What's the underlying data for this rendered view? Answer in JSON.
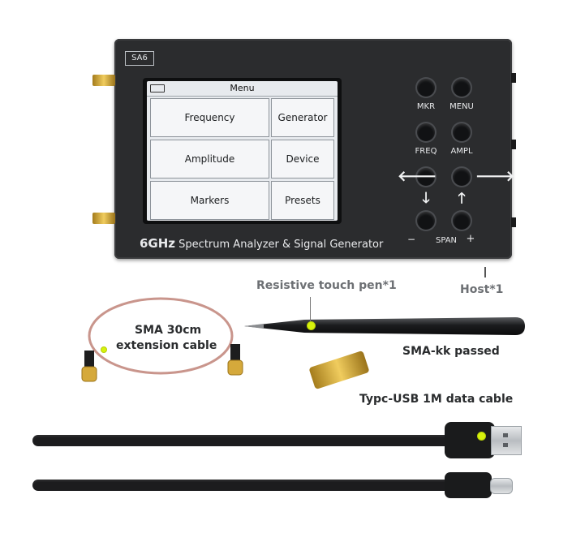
{
  "device": {
    "model": "SA6",
    "title_big": "6GHz",
    "title_rest": " Spectrum Analyzer & Signal Generator",
    "screen": {
      "menu_title": "Menu",
      "tiles": [
        "Frequency",
        "Generator",
        "Amplitude",
        "Device",
        "Markers",
        "Presets"
      ]
    },
    "keys": {
      "mkr": "MKR",
      "menu": "MENU",
      "freq": "FREQ",
      "ampl": "AMPL",
      "minus": "−",
      "span": "SPAN",
      "plus": "+"
    },
    "arrows": {
      "left": "🡐",
      "right": "🡒",
      "down": "🡓",
      "up": "🡑"
    }
  },
  "annotations": {
    "pen": "Resistive touch pen*1",
    "host": "Host*1",
    "sma_cable_line1": "SMA 30cm",
    "sma_cable_line2": "extension cable",
    "sma_kk": "SMA-kk passed",
    "usb": "Typc-USB 1M data cable"
  },
  "colors": {
    "device_body": "#2b2c2e",
    "screen_bg": "#e7eaee",
    "highlight_dot": "#d7f20c",
    "cable": "#1c1c1e",
    "sma_gold": "#f0cc5e",
    "coax": "#c9958c"
  }
}
